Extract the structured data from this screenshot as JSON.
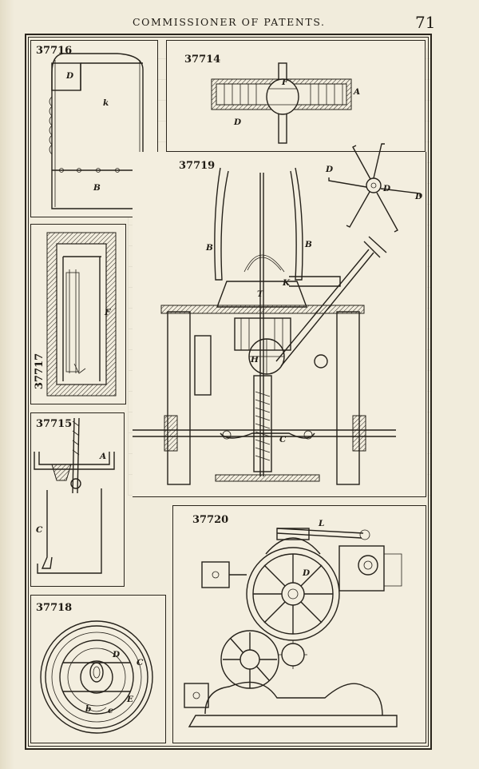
{
  "header": {
    "title": "COMMISSIONER OF PATENTS.",
    "page_number": "71"
  },
  "figures": [
    {
      "id": "37716",
      "parts": [
        "D",
        "k",
        "B"
      ]
    },
    {
      "id": "37714",
      "parts": [
        "F",
        "A",
        "D"
      ]
    },
    {
      "id": "37719",
      "parts": [
        "D",
        "D",
        "D",
        "B",
        "B",
        "K",
        "T",
        "H",
        "C"
      ]
    },
    {
      "id": "37717",
      "parts": [
        "F"
      ]
    },
    {
      "id": "37715",
      "parts": [
        "A",
        "C"
      ]
    },
    {
      "id": "37720",
      "parts": [
        "L",
        "D"
      ]
    },
    {
      "id": "37718",
      "parts": [
        "D",
        "C",
        "E",
        "b",
        "c"
      ]
    }
  ]
}
